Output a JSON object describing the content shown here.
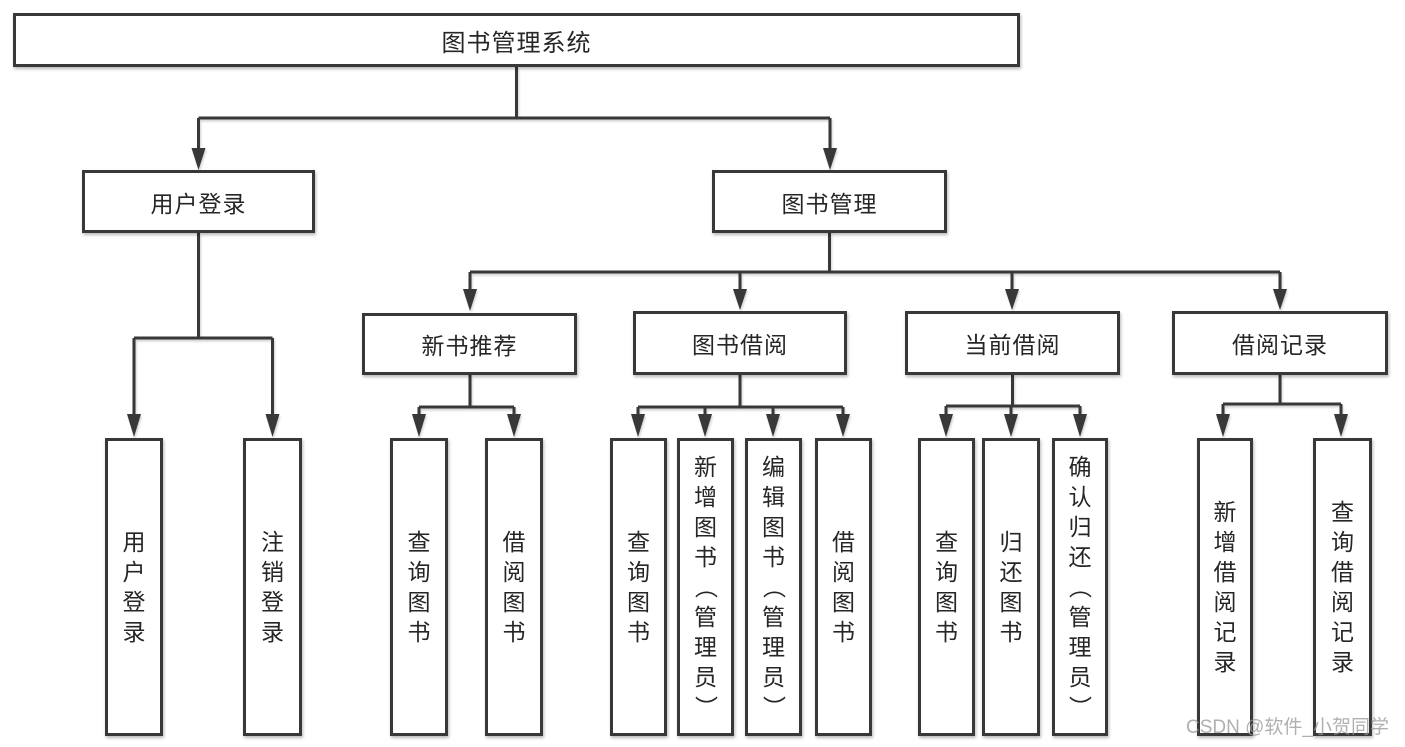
{
  "colors": {
    "line": "#383838",
    "box_border": "#383838",
    "box_fill": "#ffffff",
    "text": "#262626",
    "watermark": "#969696"
  },
  "tree": {
    "root": {
      "label": "图书管理系统"
    },
    "branches": [
      {
        "label": "用户登录",
        "children": [
          {
            "label": "用户登录"
          },
          {
            "label": "注销登录"
          }
        ]
      },
      {
        "label": "图书管理",
        "children": [
          {
            "label": "新书推荐",
            "children": [
              {
                "label": "查询图书"
              },
              {
                "label": "借阅图书"
              }
            ]
          },
          {
            "label": "图书借阅",
            "children": [
              {
                "label": "查询图书"
              },
              {
                "label": "新增图书（管理员）"
              },
              {
                "label": "编辑图书（管理员）"
              },
              {
                "label": "借阅图书"
              }
            ]
          },
          {
            "label": "当前借阅",
            "children": [
              {
                "label": "查询图书"
              },
              {
                "label": "归还图书"
              },
              {
                "label": "确认归还（管理员）"
              }
            ]
          },
          {
            "label": "借阅记录",
            "children": [
              {
                "label": "新增借阅记录"
              },
              {
                "label": "查询借阅记录"
              }
            ]
          }
        ]
      }
    ]
  },
  "watermark": "CSDN @软件_小贺同学"
}
